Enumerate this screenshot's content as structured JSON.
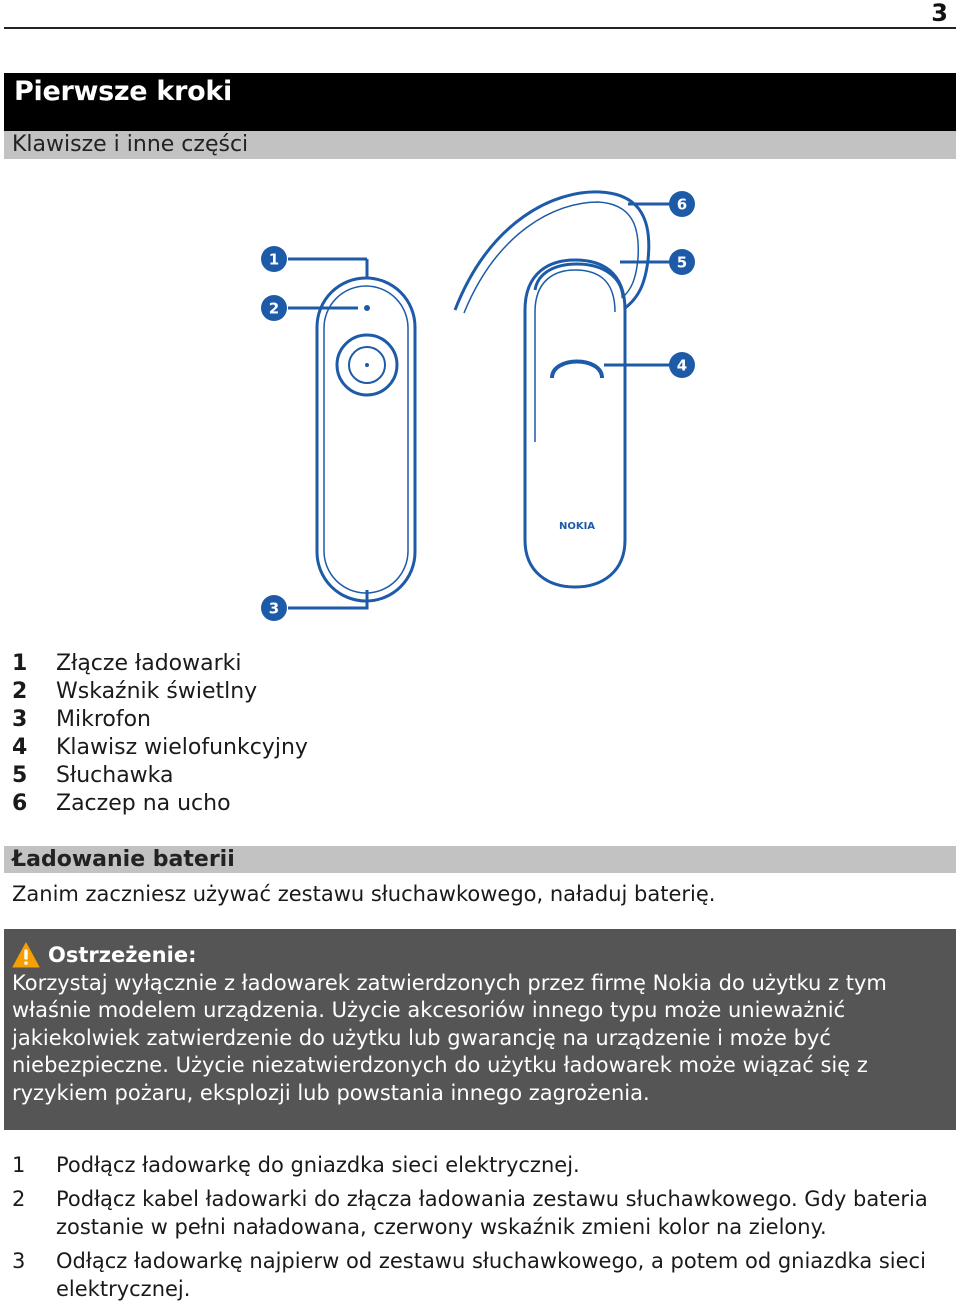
{
  "page_number": "3",
  "chapter": {
    "title": "Pierwsze kroki"
  },
  "section1": {
    "title": "Klawisze i inne części"
  },
  "figure": {
    "brand": "NOKIA",
    "callouts": [
      "1",
      "2",
      "3",
      "4",
      "5",
      "6"
    ]
  },
  "parts": [
    {
      "num": "1",
      "label": "Złącze ładowarki"
    },
    {
      "num": "2",
      "label": "Wskaźnik świetlny"
    },
    {
      "num": "3",
      "label": "Mikrofon"
    },
    {
      "num": "4",
      "label": "Klawisz wielofunkcyjny"
    },
    {
      "num": "5",
      "label": "Słuchawka"
    },
    {
      "num": "6",
      "label": "Zaczep na ucho"
    }
  ],
  "section2": {
    "title": "Ładowanie baterii",
    "intro": "Zanim zaczniesz używać zestawu słuchawkowego, naładuj baterię."
  },
  "warning": {
    "icon": "warning-triangle-icon",
    "title": "Ostrzeżenie:",
    "text": "Korzystaj wyłącznie z ładowarek zatwierdzonych przez firmę Nokia do użytku z tym właśnie modelem urządzenia. Użycie akcesoriów innego typu może unieważnić jakiekolwiek zatwierdzenie do użytku lub gwarancję na urządzenie i może być niebezpieczne. Użycie niezatwierdzonych do użytku ładowarek może wiązać się z ryzykiem pożaru, eksplozji lub powstania innego zagrożenia."
  },
  "steps": [
    {
      "num": "1",
      "text": "Podłącz ładowarkę do gniazdka sieci elektrycznej."
    },
    {
      "num": "2",
      "text": "Podłącz kabel ładowarki do złącza ładowania zestawu słuchawkowego. Gdy bateria zostanie w pełni naładowana, czerwony wskaźnik zmieni kolor na zielony."
    },
    {
      "num": "3",
      "text": "Odłącz ładowarkę najpierw od zestawu słuchawkowego, a potem od gniazdka sieci elektrycznej."
    }
  ],
  "colors": {
    "chapter_bar": "#000000",
    "section_bar": "#c2c2c2",
    "warning_box": "#555555",
    "illustration_stroke": "#1d5aa8",
    "callout_fill": "#1d5aa8",
    "warning_icon": "#f5a000"
  }
}
